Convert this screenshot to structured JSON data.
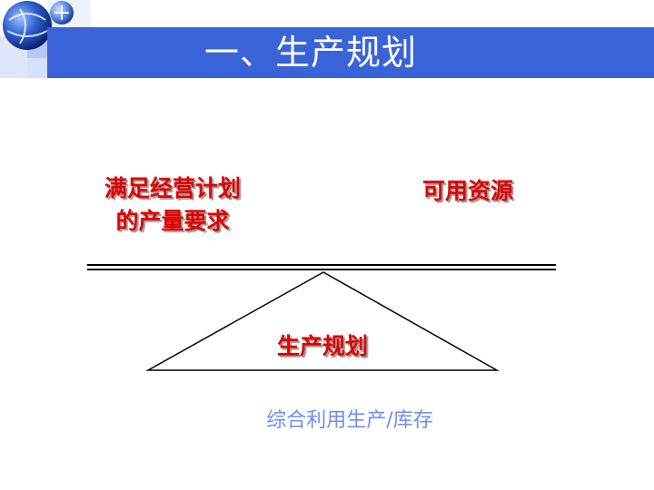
{
  "header": {
    "title": "一、生产规划",
    "logo_icon": "globe-logo-icon",
    "accent_color": "#3a63d8"
  },
  "balance": {
    "left_label_line1": "满足经营计划",
    "left_label_line2": "的产量要求",
    "right_label": "可用资源",
    "fulcrum_label": "生产规划",
    "label_color": "#e00000"
  },
  "caption": "综合利用生产/库存"
}
